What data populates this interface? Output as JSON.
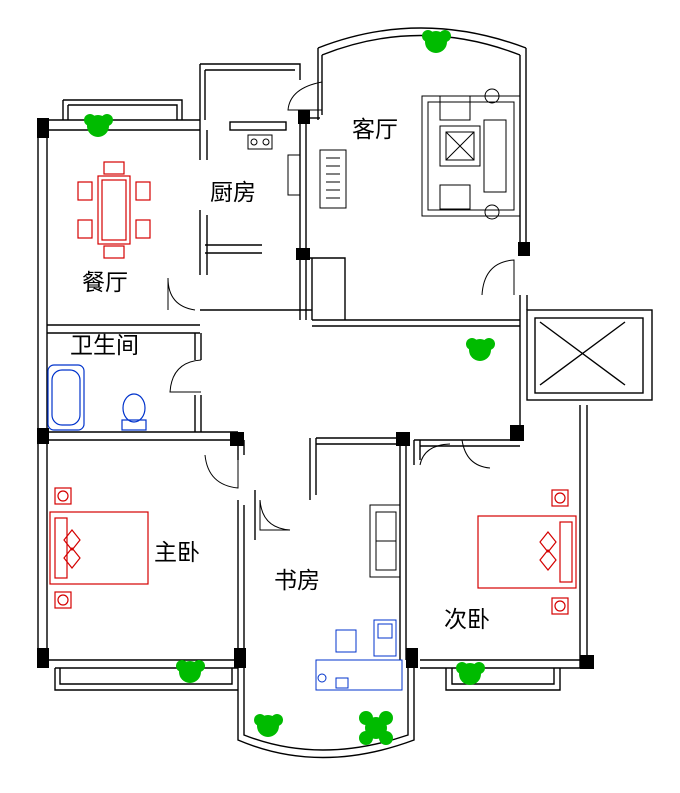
{
  "rooms": {
    "living": "客厅",
    "kitchen": "厨房",
    "dining": "餐厅",
    "bathroom": "卫生间",
    "master_bedroom": "主卧",
    "study": "书房",
    "second_bedroom": "次卧"
  },
  "colors": {
    "wall": "#000000",
    "bed": "#d40000",
    "dining_set": "#d40000",
    "fixtures": "#0033cc",
    "plants": "#00bb00",
    "furniture": "#000000"
  }
}
